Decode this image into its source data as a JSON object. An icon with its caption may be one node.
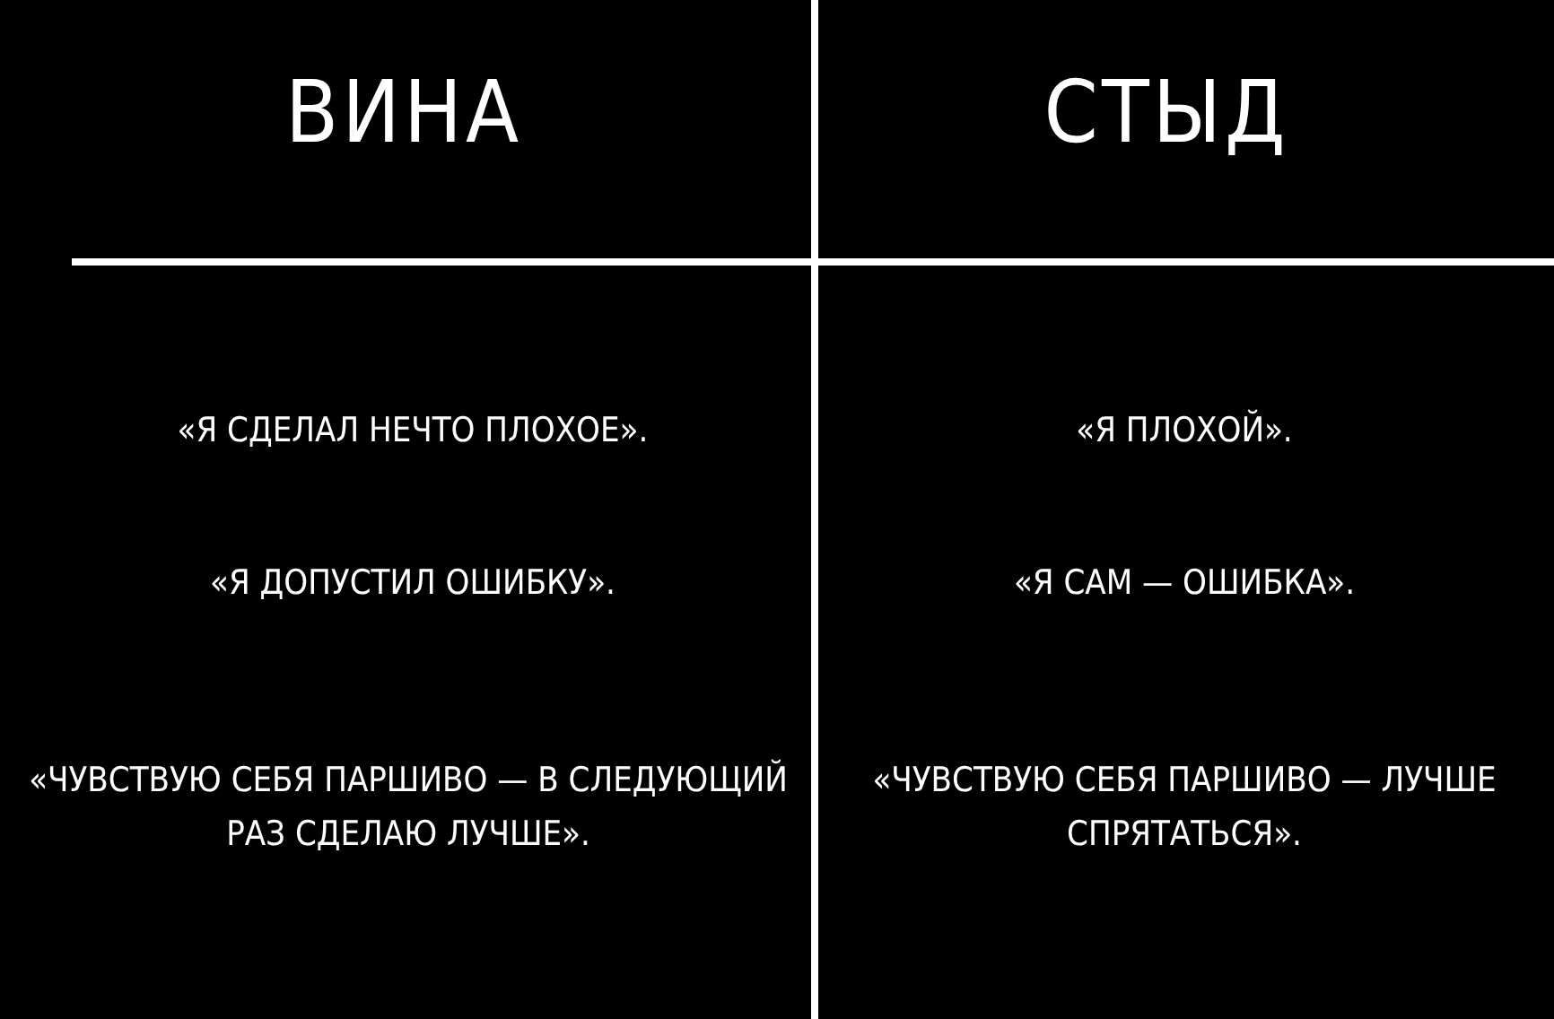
{
  "diagram": {
    "labels": [
      "ВИНА",
      "СТЫД",
      "«Я СДЕЛАЛ НЕЧТО ПЛОХОЕ».",
      "«Я ПЛОХОЙ».",
      "«Я ДОПУСТИЛ ОШИБКУ».",
      "«Я САМ — ОШИБКА».",
      "«ЧУВСТВУЮ СЕБЯ ПАРШИВО — В СЛЕДУЮЩИЙ РАЗ СДЕЛАЮ ЛУЧШЕ».",
      "«ЧУВСТВУЮ СЕБЯ ПАРШИВО — ЛУЧШЕ СПРЯТАТЬСЯ»."
    ]
  }
}
